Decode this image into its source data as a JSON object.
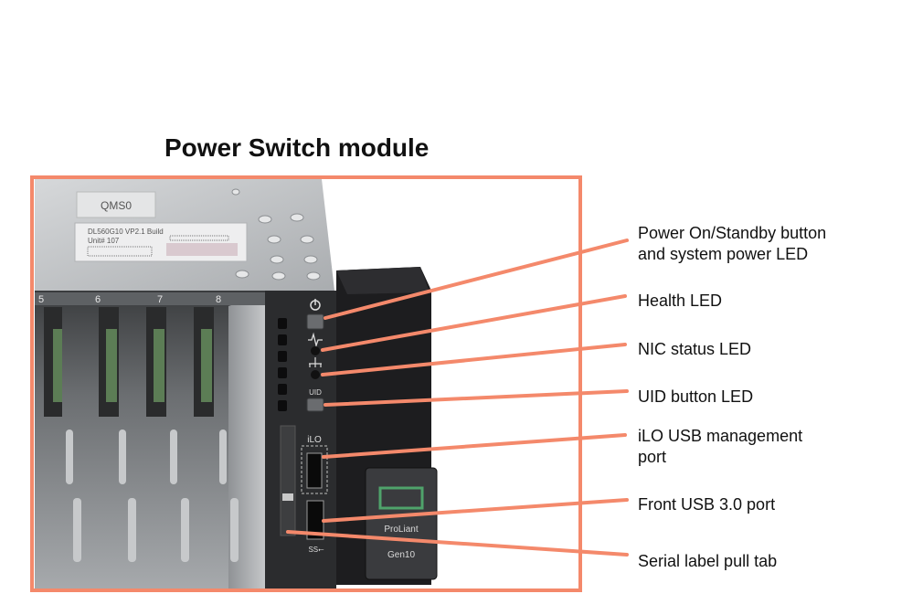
{
  "title": "Power Switch module",
  "colors": {
    "callout": "#f4896b",
    "chassis_light": "#c9cbcc",
    "chassis_dark": "#7a7d80",
    "bezel": "#1d1d1f"
  },
  "chassis": {
    "sticker_top": "QMS0",
    "sticker_label_line1": "DL560G10 VP2.1 Build",
    "sticker_label_line2": "Unit# 107",
    "bay_numbers": [
      "5",
      "6",
      "7",
      "8"
    ],
    "led_labels": {
      "uid": "UID",
      "ilo": "iLO"
    },
    "badge_line1": "ProLiant",
    "badge_line2": "Gen10"
  },
  "callouts": [
    {
      "id": "power-on-standby",
      "label": "Power On/Standby button\nand system power LED"
    },
    {
      "id": "health-led",
      "label": "Health LED"
    },
    {
      "id": "nic-status-led",
      "label": "NIC status LED"
    },
    {
      "id": "uid-button-led",
      "label": "UID button LED"
    },
    {
      "id": "ilo-usb-port",
      "label": "iLO USB management\nport"
    },
    {
      "id": "front-usb-port",
      "label": "Front USB 3.0 port"
    },
    {
      "id": "serial-label-tab",
      "label": "Serial label pull tab"
    }
  ]
}
